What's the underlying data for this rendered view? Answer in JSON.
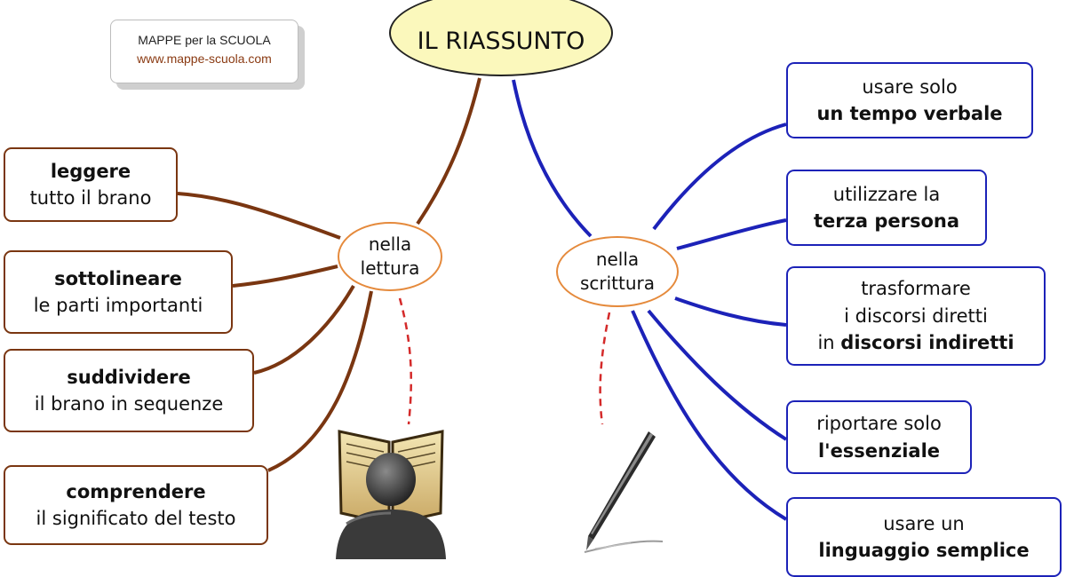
{
  "credit": {
    "line1": "MAPPE per la SCUOLA",
    "line2": "www.mappe-scuola.com"
  },
  "title": "IL RIASSUNTO",
  "hubs": {
    "left": {
      "line1": "nella",
      "line2": "lettura"
    },
    "right": {
      "line1": "nella",
      "line2": "scrittura"
    }
  },
  "left_items": [
    {
      "bold": "leggere",
      "text": "tutto il brano"
    },
    {
      "bold": "sottolineare",
      "text": "le parti importanti"
    },
    {
      "bold": "suddividere",
      "text": "il brano in sequenze"
    },
    {
      "bold": "comprendere",
      "text": "il significato del testo"
    }
  ],
  "right_items": [
    {
      "line1": "usare solo",
      "bold": "un tempo verbale"
    },
    {
      "line1": "utilizzare la",
      "bold": "terza persona"
    },
    {
      "line1": "trasformare",
      "line2": "i discorsi diretti",
      "prefix": "in ",
      "bold": "discorsi indiretti"
    },
    {
      "line1": "riportare solo",
      "bold": "l'essenziale"
    },
    {
      "line1": "usare un",
      "bold": "linguaggio semplice"
    }
  ],
  "colors": {
    "left_branch": "#7a3611",
    "right_branch": "#1c22b8",
    "hub_border": "#e58a3c",
    "title_fill": "#fbf8bc",
    "dashed": "#d42a2a"
  },
  "icons": [
    "reading-person-icon",
    "pen-icon"
  ]
}
